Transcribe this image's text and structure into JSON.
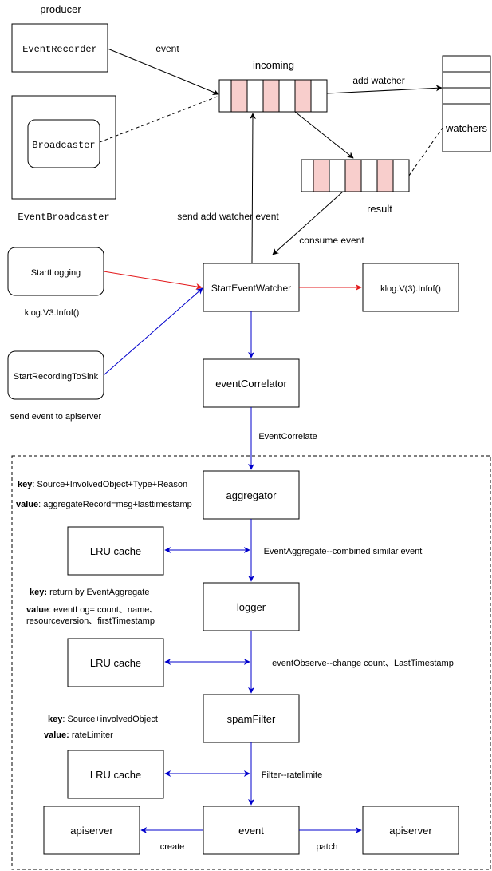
{
  "labels": {
    "producer": "producer",
    "event_recorder": "EventRecorder",
    "broadcaster": "Broadcaster",
    "event_broadcaster": "EventBroadcaster",
    "incoming": "incoming",
    "add_watcher": "add watcher",
    "watchers": "watchers",
    "result": "result",
    "event_edge": "event",
    "send_add_watcher_event": "send add watcher event",
    "consume_event": "consume event",
    "start_logging": "StartLogging",
    "klog_v3": "klog.V3.Infof()",
    "start_event_watcher": "StartEventWatcher",
    "klog_v3_out": "klog.V(3).Infof()",
    "start_recording_to_sink": "StartRecordingToSink",
    "send_event_to_apiserver": "send event to apiserver",
    "event_correlator": "eventCorrelator",
    "event_correlate": "EventCorrelate",
    "aggregator": "aggregator",
    "agg_key_label": "key",
    "agg_key_value": ": Source+InvolvedObject+Type+Reason",
    "agg_value_label": "value",
    "agg_value_value": ": aggregateRecord=msg+lasttimestamp",
    "lru_cache_1": "LRU cache",
    "event_aggregate": "EventAggregate--combined similar event",
    "log_key_label": "key:",
    "log_key_value": " return by EventAggregate",
    "log_value_label": "value",
    "log_value_value": ": eventLog= count、name、",
    "log_value_value2": "resourceversion、firstTimestamp",
    "logger": "logger",
    "lru_cache_2": "LRU cache",
    "event_observe": "eventObserve--change count、LastTimestamp",
    "spam_key_label": "key",
    "spam_key_value": ": Source+involvedObject",
    "spam_value_label": "value:",
    "spam_value_value": " rateLimiter",
    "spam_filter": "spamFilter",
    "lru_cache_3": "LRU cache",
    "filter_ratelimite": "Filter--ratelimite",
    "apiserver_left": "apiserver",
    "event_node": "event",
    "apiserver_right": "apiserver",
    "create": "create",
    "patch": "patch"
  },
  "colors": {
    "queue_fill": "#f8cecc",
    "blue_edge": "#0000cc",
    "red_edge": "#e31a1c"
  }
}
